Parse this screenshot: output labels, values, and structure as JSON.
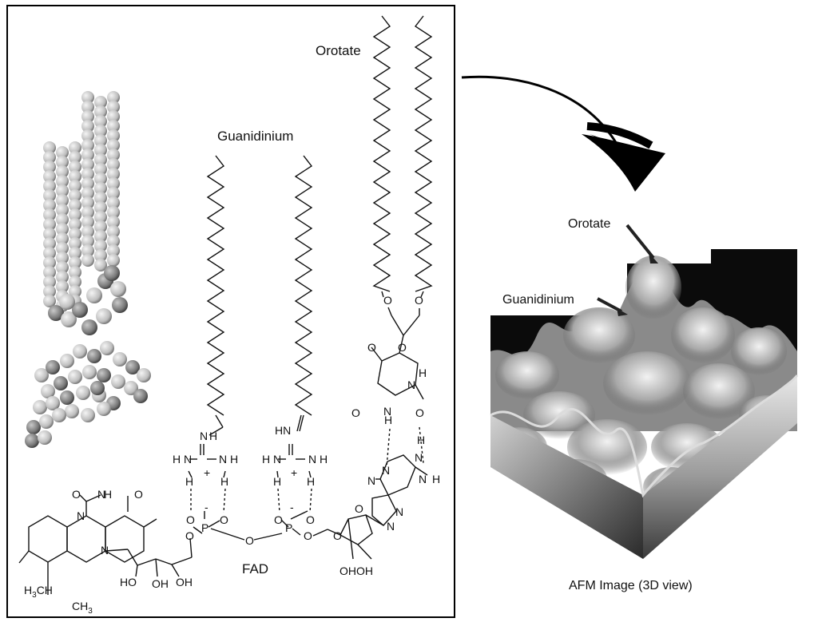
{
  "labels": {
    "orotate_left": "Orotate",
    "guanidinium_left": "Guanidinium",
    "fad": "FAD",
    "orotate_right": "Orotate",
    "guanidinium_right": "Guanidinium",
    "afm_caption": "AFM Image (3D view)"
  },
  "atoms": {
    "N": "N",
    "H": "H",
    "O": "O",
    "P": "P",
    "NH": "NH",
    "HN": "HN",
    "OH": "OH",
    "HO": "HO",
    "OHOH": "OHOH",
    "plus": "+",
    "minus": "-",
    "CH3": "CH",
    "sub3": "3"
  },
  "colors": {
    "ink": "#111111",
    "afm_dark": "#0b0b0b",
    "afm_light": "#e6e6e6"
  }
}
